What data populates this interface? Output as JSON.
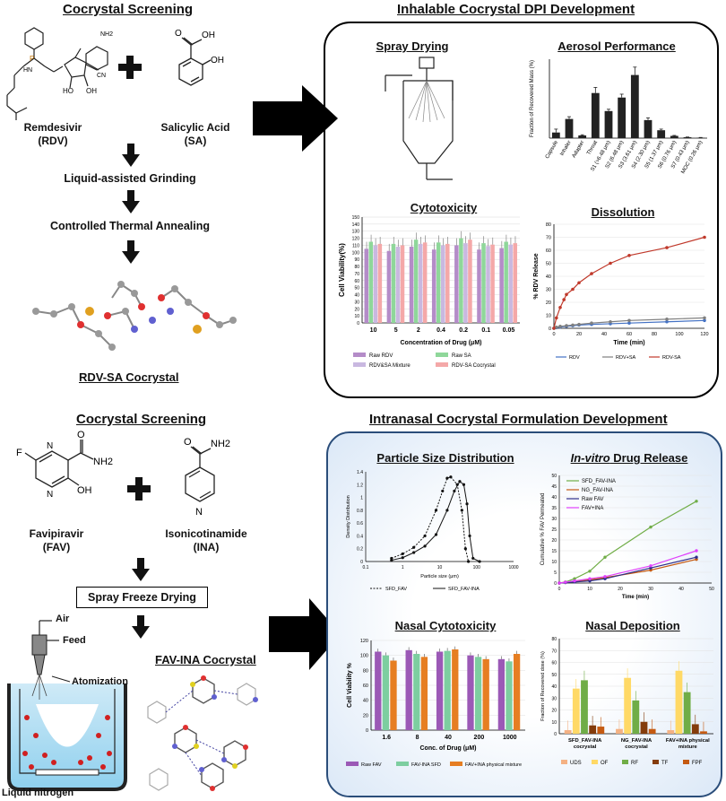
{
  "top": {
    "left_title": "Cocrystal Screening",
    "right_title": "Inhalable Cocrystal DPI Development",
    "rdv_name": "Remdesivir",
    "rdv_abbr": "(RDV)",
    "sa_name": "Salicylic Acid",
    "sa_abbr": "(SA)",
    "step1": "Liquid-assisted Grinding",
    "step2": "Controlled Thermal Annealing",
    "cocrystal": "RDV-SA Cocrystal",
    "spray_drying": "Spray Drying",
    "aerosol_title": "Aerosol Performance",
    "cyto_title": "Cytotoxicity",
    "dissolution_title": "Dissolution"
  },
  "bottom": {
    "left_title": "Cocrystal Screening",
    "right_title": "Intranasal Cocrystal Formulation Development",
    "fav_name": "Favipiravir",
    "fav_abbr": "(FAV)",
    "ina_name": "Isonicotinamide",
    "ina_abbr": "(INA)",
    "step": "Spray Freeze Drying",
    "cocrystal": "FAV-INA Cocrystal",
    "air": "Air",
    "feed": "Feed",
    "atomization": "Atomization",
    "liquid_nitrogen": "Liquid nitrogen",
    "psd_title": "Particle Size Distribution",
    "release_title_italic": "In-vitro",
    "release_title_rest": " Drug Release",
    "nasal_cyto_title": "Nasal Cytotoxicity",
    "nasal_dep_title": "Nasal Deposition"
  },
  "chem": {
    "nh2": "NH2",
    "oh": "OH",
    "o": "O",
    "f": "F",
    "n": "N",
    "ho": "HO",
    "hn": "HN",
    "p": "P",
    "cn": "CN"
  },
  "chart_data": [
    {
      "type": "bar",
      "title": "Aerosol Performance",
      "ylabel": "Fraction of Recovered Mass (%)",
      "categories": [
        "Capsule",
        "Inhaler",
        "Adapter",
        "Throat",
        "S1 (>6.48 μm)",
        "S2 (6.48 μm)",
        "S3 (3.61 μm)",
        "S4 (2.30 μm)",
        "S5 (1.37 μm)",
        "S6 (0.76 μm)",
        "S7 (0.43 μm)",
        "MOC (0.26 μm)"
      ],
      "values": [
        2.5,
        8.5,
        1.2,
        20,
        12,
        18,
        28,
        8,
        3.5,
        1,
        0.4,
        0.2
      ],
      "errors": [
        1.5,
        1,
        0.3,
        2.5,
        0.8,
        1.5,
        3.5,
        1,
        0.5,
        0.2,
        0.1,
        0.1
      ],
      "ylim": [
        0,
        35
      ]
    },
    {
      "type": "bar",
      "title": "Cytotoxicity",
      "ylabel": "Cell Viability(%)",
      "xlabel": "Concentration of Drug (μM)",
      "categories": [
        "10",
        "5",
        "2",
        "0.4",
        "0.2",
        "0.1",
        "0.05"
      ],
      "ylim": [
        0,
        150
      ],
      "yticks": [
        0,
        10,
        20,
        30,
        40,
        50,
        60,
        70,
        80,
        90,
        100,
        110,
        120,
        130,
        140,
        150
      ],
      "series": [
        {
          "name": "Raw RDV",
          "color": "#b48cc8",
          "values": [
            105,
            102,
            108,
            104,
            110,
            104,
            106
          ]
        },
        {
          "name": "Raw SA",
          "color": "#8fd79a",
          "values": [
            115,
            112,
            118,
            114,
            120,
            113,
            115
          ]
        },
        {
          "name": "RDV&SA Mixture",
          "color": "#c9b8e0",
          "values": [
            110,
            108,
            112,
            110,
            113,
            109,
            111
          ]
        },
        {
          "name": "RDV-SA Cocrystal",
          "color": "#f4a8a8",
          "values": [
            112,
            110,
            114,
            112,
            118,
            111,
            113
          ]
        }
      ]
    },
    {
      "type": "line",
      "title": "Dissolution",
      "ylabel": "% RDV Release",
      "xlabel": "Time (min)",
      "xlim": [
        0,
        120
      ],
      "ylim": [
        0,
        80
      ],
      "xticks": [
        0,
        20,
        40,
        60,
        80,
        100,
        120
      ],
      "yticks": [
        0,
        10,
        20,
        30,
        40,
        50,
        60,
        70,
        80
      ],
      "series": [
        {
          "name": "RDV",
          "color": "#4472c4",
          "x": [
            0,
            2,
            5,
            10,
            15,
            20,
            30,
            45,
            60,
            90,
            120
          ],
          "y": [
            0,
            0.5,
            1,
            1.5,
            2,
            2.5,
            3,
            3.5,
            4,
            5,
            6
          ]
        },
        {
          "name": "RDV+SA",
          "color": "#7f7f7f",
          "x": [
            0,
            2,
            5,
            10,
            15,
            20,
            30,
            45,
            60,
            90,
            120
          ],
          "y": [
            0,
            0.8,
            1.5,
            2,
            2.5,
            3,
            4,
            5,
            6,
            7,
            8
          ]
        },
        {
          "name": "RDV-SA",
          "color": "#c0392b",
          "x": [
            0,
            2,
            5,
            8,
            10,
            15,
            20,
            30,
            45,
            60,
            90,
            120
          ],
          "y": [
            0,
            8,
            16,
            22,
            26,
            30,
            35,
            42,
            50,
            56,
            62,
            70
          ]
        }
      ]
    },
    {
      "type": "line",
      "title": "Particle Size Distribution",
      "ylabel": "Density Distribution",
      "xlabel": "Particle size (μm)",
      "xscale": "log",
      "xticks": [
        "0.1",
        "1",
        "10",
        "100",
        "1000"
      ],
      "yticks": [
        "0",
        "0.2",
        "0.4",
        "0.6",
        "0.8",
        "1",
        "1.2",
        "1.4"
      ],
      "series": [
        {
          "name": "SFD_FAV",
          "x": [
            0.5,
            1,
            2,
            4,
            8,
            12,
            16,
            20,
            30,
            40,
            50,
            60
          ],
          "y": [
            0.05,
            0.12,
            0.22,
            0.4,
            0.8,
            1.1,
            1.3,
            1.32,
            1.2,
            0.8,
            0.2,
            0
          ]
        },
        {
          "name": "SFD_FAV-INA",
          "x": [
            0.5,
            1,
            2,
            4,
            8,
            16,
            25,
            35,
            45,
            55,
            65,
            80,
            120
          ],
          "y": [
            0.02,
            0.06,
            0.14,
            0.24,
            0.42,
            0.8,
            1.1,
            1.25,
            1.2,
            0.9,
            0.4,
            0.05,
            0
          ]
        }
      ]
    },
    {
      "type": "line",
      "title": "In-vitro Drug Release",
      "ylabel": "Cumulative % FAV Permeated",
      "xlabel": "Time (min)",
      "xlim": [
        0,
        50
      ],
      "ylim": [
        0,
        50
      ],
      "xticks": [
        0,
        10,
        20,
        30,
        40,
        50
      ],
      "yticks": [
        0,
        5,
        10,
        15,
        20,
        25,
        30,
        35,
        40,
        45,
        50
      ],
      "series": [
        {
          "name": "SFD_FAV-INA",
          "color": "#70ad47",
          "x": [
            0,
            2,
            5,
            10,
            15,
            30,
            45
          ],
          "y": [
            0,
            0.5,
            2,
            5.5,
            12,
            26,
            38
          ]
        },
        {
          "name": "NG_FAV-INA",
          "color": "#c55a11",
          "x": [
            0,
            2,
            5,
            10,
            15,
            30,
            45
          ],
          "y": [
            0,
            0.3,
            0.8,
            1.5,
            2.5,
            6,
            11
          ]
        },
        {
          "name": "Raw FAV",
          "color": "#2e2e8a",
          "x": [
            0,
            2,
            5,
            10,
            15,
            30,
            45
          ],
          "y": [
            0,
            0.2,
            0.5,
            1,
            2,
            7,
            12
          ]
        },
        {
          "name": "FAV+INA",
          "color": "#e040fb",
          "x": [
            0,
            2,
            5,
            10,
            15,
            30,
            45
          ],
          "y": [
            0,
            0.4,
            1,
            2,
            3,
            8,
            15
          ]
        }
      ]
    },
    {
      "type": "bar",
      "title": "Nasal Cytotoxicity",
      "ylabel": "Cell Viability %",
      "xlabel": "Conc. of Drug (μM)",
      "categories": [
        "1.6",
        "8",
        "40",
        "200",
        "1000"
      ],
      "ylim": [
        0,
        120
      ],
      "yticks": [
        0,
        20,
        40,
        60,
        80,
        100,
        120
      ],
      "series": [
        {
          "name": "Raw FAV",
          "color": "#9b59b6",
          "values": [
            105,
            107,
            105,
            100,
            95
          ]
        },
        {
          "name": "FAV-INA SFD",
          "color": "#7dcea0",
          "values": [
            100,
            102,
            106,
            98,
            92
          ]
        },
        {
          "name": "FAV+INA physical mixture",
          "color": "#e67e22",
          "values": [
            93,
            98,
            108,
            95,
            102
          ]
        }
      ]
    },
    {
      "type": "bar",
      "title": "Nasal Deposition",
      "ylabel": "Fraction of Recovered dose (%)",
      "categories": [
        "SFD_FAV-INA cocrystal",
        "NG_FAV-INA cocrystal",
        "FAV+INA physical mixture"
      ],
      "ylim": [
        0,
        80
      ],
      "yticks": [
        0,
        10,
        20,
        30,
        40,
        50,
        60,
        70,
        80
      ],
      "series": [
        {
          "name": "UDS",
          "color": "#f4b183",
          "values": [
            3,
            4,
            3
          ]
        },
        {
          "name": "OF",
          "color": "#ffd966",
          "values": [
            38,
            47,
            53
          ]
        },
        {
          "name": "RF",
          "color": "#70ad47",
          "values": [
            45,
            28,
            35
          ]
        },
        {
          "name": "TF",
          "color": "#843c0c",
          "values": [
            7,
            10,
            8
          ]
        },
        {
          "name": "FPF",
          "color": "#c55a11",
          "values": [
            6,
            4,
            2
          ]
        }
      ]
    }
  ]
}
